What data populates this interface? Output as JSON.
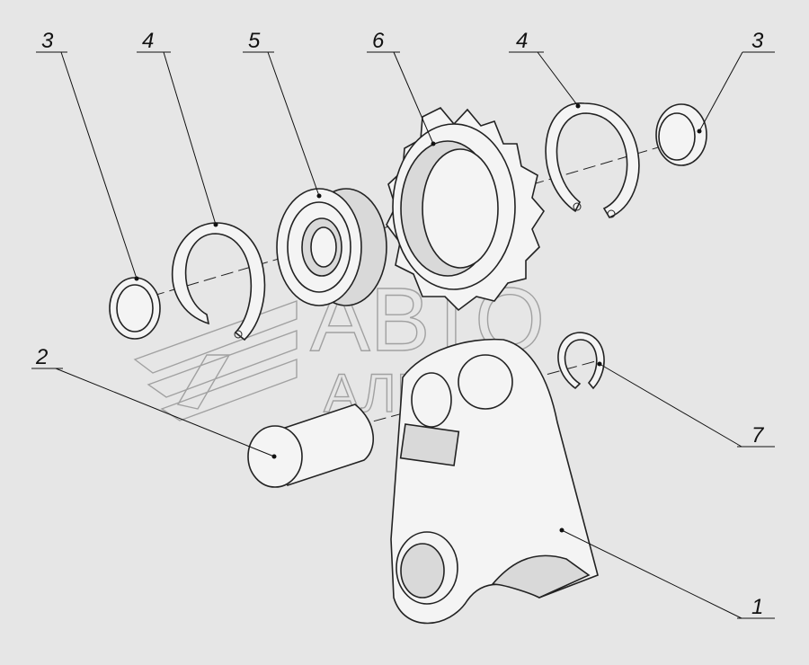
{
  "callouts": {
    "c3_left": "3",
    "c4_left": "4",
    "c5": "5",
    "c6": "6",
    "c4_right": "4",
    "c3_right": "3",
    "c2": "2",
    "c7": "7",
    "c1": "1"
  },
  "watermark": {
    "line1": "АВТО",
    "line2": "АЛЬЯНС"
  }
}
